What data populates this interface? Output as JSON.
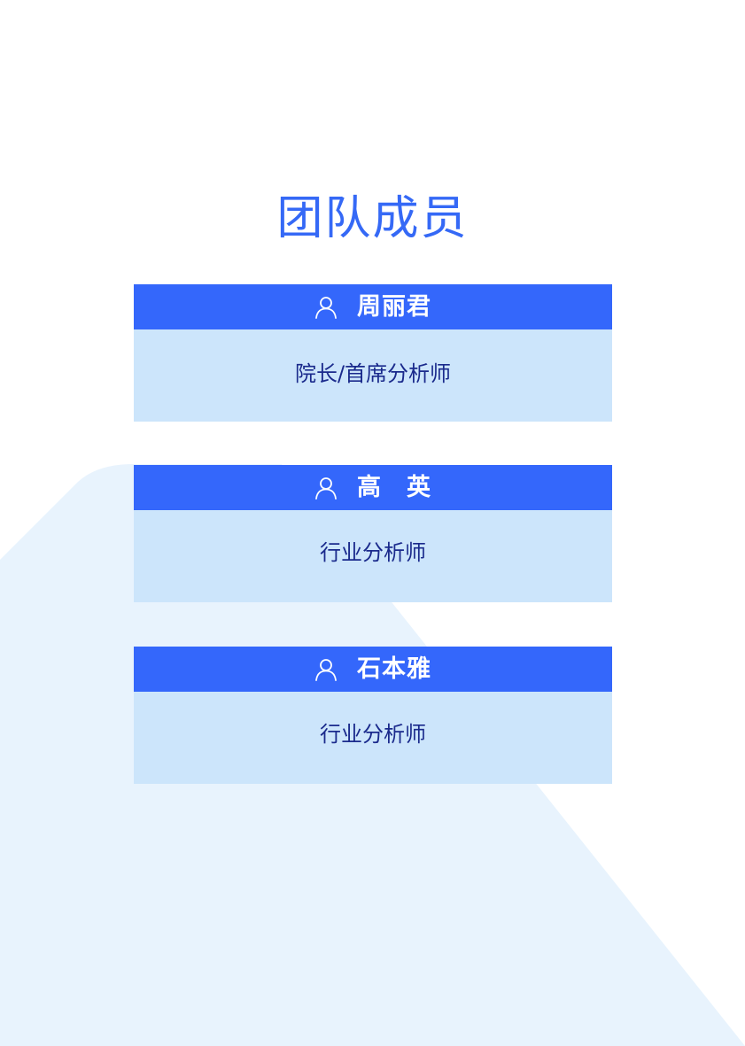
{
  "page": {
    "title": "团队成员"
  },
  "members": [
    {
      "name": "周丽君",
      "role": "院长/首席分析师",
      "icon": "user-icon"
    },
    {
      "name": "高　英",
      "role": "行业分析师",
      "icon": "user-icon"
    },
    {
      "name": "石本雅",
      "role": "行业分析师",
      "icon": "user-icon"
    }
  ],
  "colors": {
    "title": "#3569f6",
    "header_bg": "#3467fb",
    "body_bg": "#cce5fb",
    "role_text": "#1a2a8c",
    "background_shape": "#e8f3fd"
  }
}
